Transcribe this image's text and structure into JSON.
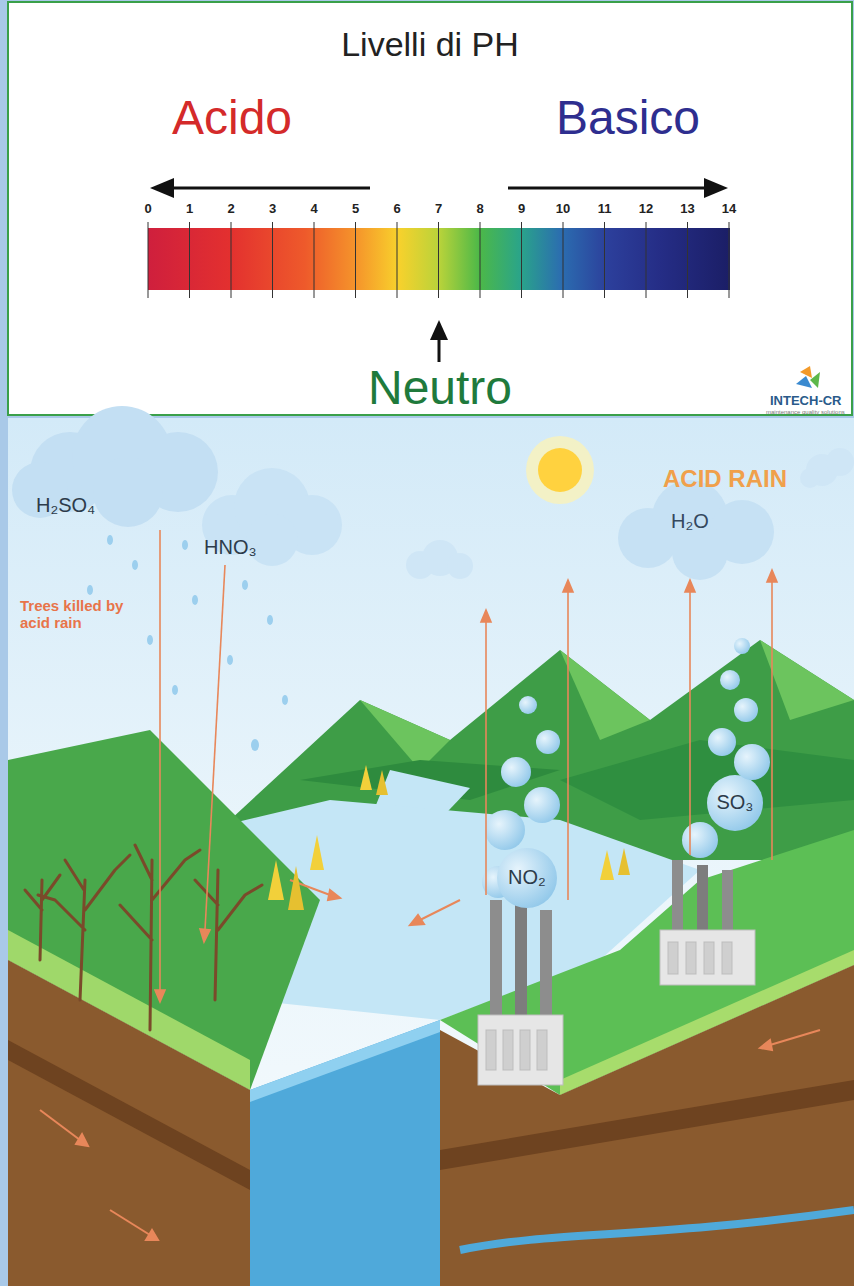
{
  "diagram": {
    "title": "Livelli di PH",
    "labels": [
      "Acido",
      "Basico",
      "0",
      "1",
      "2",
      "3",
      "4",
      "5",
      "6",
      "7",
      "8",
      "9",
      "10",
      "11",
      "12",
      "13",
      "14",
      "Neutro",
      "INTECH-CR",
      "maintenance quality solutions",
      "ACID RAIN",
      "H₂O",
      "H₂SO₄",
      "HNO₃",
      "Trees killed by acid rain",
      "NO₂",
      "SO₃"
    ]
  }
}
